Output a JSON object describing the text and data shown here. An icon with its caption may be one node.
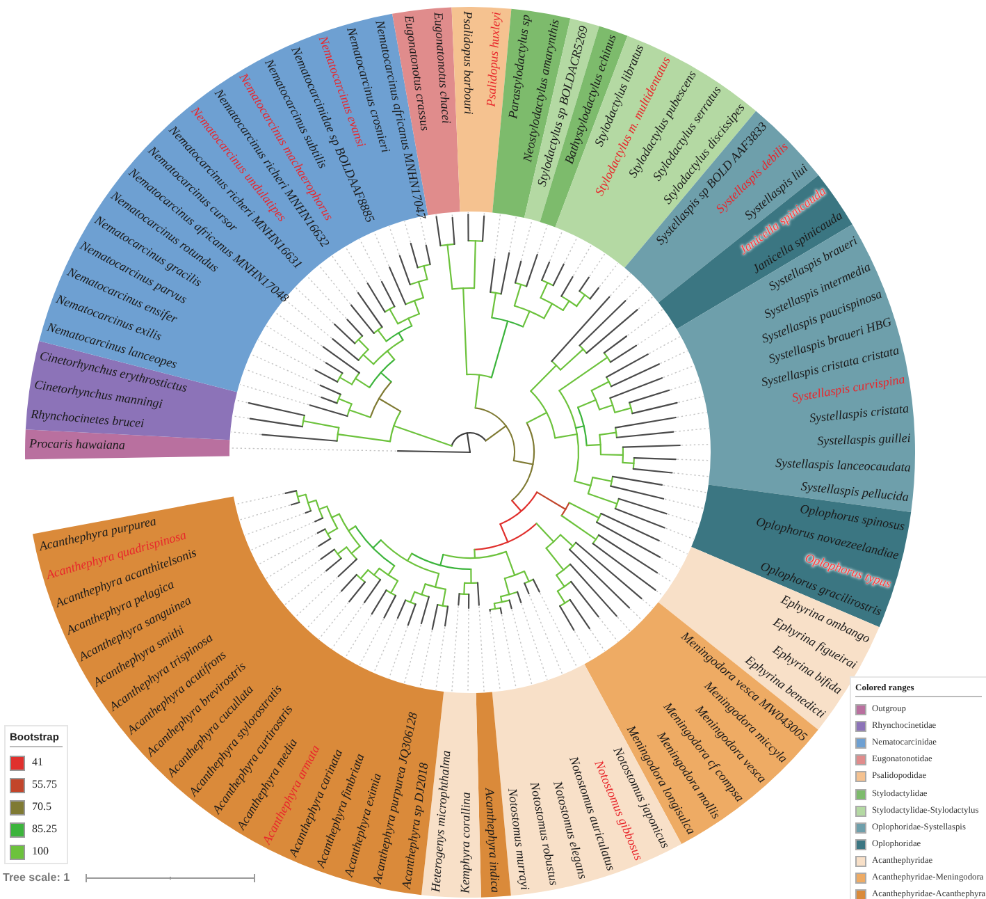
{
  "diagram": {
    "nodes": [
      {
        "text": [
          "Procaris hawaiana"
        ]
      },
      {
        "text": [
          "Rhynchocinetes brucei",
          "Cinetorhynchus manningi",
          "Cinetorhynchus erythrostictus"
        ]
      },
      {
        "text": [
          "Nematocarcinus lanceopes",
          "Nematocarcinus exilis",
          "Nematocarcinus ensifer",
          "Nematocarcinus parvus",
          "Nematocarcinus gracilis",
          "Nematocarcinus rotundus",
          "Nematocarcinus africanus MNHN17048",
          "Nematocarcinus cursor",
          "Nematocarcinus richeri MNHN16631",
          "Nematocarcinus undulatipes",
          "Nematocarcinus richeri MNHN16632",
          "Nematocarcinus machaerophorus",
          "Nematocarcinus subtilis",
          "Nematocarcinidae sp BOLDAAF8885",
          "Nematocarcinus evansi",
          "Nematocarcinus crosnieri",
          "Nematocarcinus africanus MNHN17047"
        ]
      },
      {
        "text": [
          "Eugonatonotus crassus",
          "Eugonatonotus chacei"
        ]
      },
      {
        "text": [
          "Psalidopus barbouri",
          "Psalidopus huxleyi"
        ]
      },
      {
        "text": [
          "Parastylodactylus sp",
          "Neostylodactylus amarynthis"
        ]
      },
      {
        "text": [
          "Stylodactylus sp BOLDACR5269"
        ]
      },
      {
        "text": [
          "Bathystylodactylus echinus"
        ]
      },
      {
        "text": [
          "Stylodactylus libratus",
          "Stylodactylus m. multidentatus",
          "Stylodactylus pubescens",
          "Stylodactylus serratus",
          "Stylodactylus discissipes"
        ]
      },
      {
        "text": [
          "Systellaspis sp BOLD AAF3833",
          "Systellaspis debilis",
          "Systellaspis liui"
        ]
      },
      {
        "text": [
          "Janicella spinicauda",
          "Janicella spinicauda"
        ]
      },
      {
        "text": [
          "Systellaspis braueri",
          "Systellaspis intermedia",
          "Systellaspis paucispinosa",
          "Systellaspis braueri HBG",
          "Systellaspis cristata cristata",
          "Systellaspis curvispina",
          "Systellaspis cristata",
          "Systellaspis guillei",
          "Systellaspis lanceocaudata",
          "Systellaspis pellucida"
        ]
      },
      {
        "text": [
          "Oplophorus spinosus",
          "Oplophorus novaezeelandiae",
          "Oplophorus typus",
          "Oplophorus gracilirostris"
        ]
      },
      {
        "text": [
          "Ephyrina ombango",
          "Ephyrina figueirai",
          "Ephyrina bifida",
          "Ephyrina benedicti"
        ]
      },
      {
        "text": [
          "Meningodora vesca MW043005",
          "Meningodora miccyla",
          "Meningodora vesca",
          "Meningodora cf compsa",
          "Meningodora mollis",
          "Meningodora longisulca"
        ]
      },
      {
        "text": [
          "Notostomus japonicus",
          "Notostomus gibbosus",
          "Notostomus auriculatus",
          "Notostomus elegans",
          "Notostomus robustus",
          "Notostomus murrayi"
        ]
      },
      {
        "text": [
          "Acanthephyra indica"
        ]
      },
      {
        "text": [
          "Kemphyra corallina",
          "Heterogenys microphthalma"
        ]
      },
      {
        "text": [
          "Acanthephyra sp DJ2018",
          "Acanthephyra purpurea JQ306128",
          "Acanthephyra eximia",
          "Acanthephyra fimbriata",
          "Acanthephyra carinata",
          "Acanthephyra armata",
          "Acanthephyra media",
          "Acanthephyra curtirostris",
          "Acanthephyra stylorostratis",
          "Acanthephyra cucullata",
          "Acanthephyra brevirostris",
          "Acanthephyra acutifrons",
          "Acanthephyra trispinosa",
          "Acanthephyra smithi",
          "Acanthephyra sanguinea",
          "Acanthephyra pelagica",
          "Acanthephyra acanthitelsonis",
          "Acanthephyra quadrispinosa",
          "Acanthephyra purpurea"
        ]
      }
    ],
    "labels": [
      "Bootstrap",
      "Colored ranges",
      "Tree scale: 1"
    ],
    "legend": [
      {
        "text": "41",
        "color": "#e0302d"
      },
      {
        "text": "55.75",
        "color": "#c2452b"
      },
      {
        "text": "70.5",
        "color": "#7f7a33"
      },
      {
        "text": "85.25",
        "color": "#3cb43c"
      },
      {
        "text": "100",
        "color": "#6cc23c"
      },
      {
        "text": "Outgroup",
        "color": "#b9709f"
      },
      {
        "text": "Rhynchocinetidae",
        "color": "#8c73b8"
      },
      {
        "text": "Nematocarcinidae",
        "color": "#6ea0d2"
      },
      {
        "text": "Eugonatonotidae",
        "color": "#e08c8c"
      },
      {
        "text": "Psalidopodidae",
        "color": "#f5c290"
      },
      {
        "text": "Stylodactylidae",
        "color": "#7dbb6c"
      },
      {
        "text": "Stylodactylidae-Stylodactylus",
        "color": "#b4d9a3"
      },
      {
        "text": "Oplophoridae-Systellaspis",
        "color": "#6e9fab"
      },
      {
        "text": "Oplophoridae",
        "color": "#3b7682"
      },
      {
        "text": "Acanthephyridae",
        "color": "#f8e0c8"
      },
      {
        "text": "Acanthephyridae-Meningodora",
        "color": "#eeab64"
      },
      {
        "text": "Acanthephyridae-Acanthephyra",
        "color": "#da8a3a"
      }
    ]
  }
}
